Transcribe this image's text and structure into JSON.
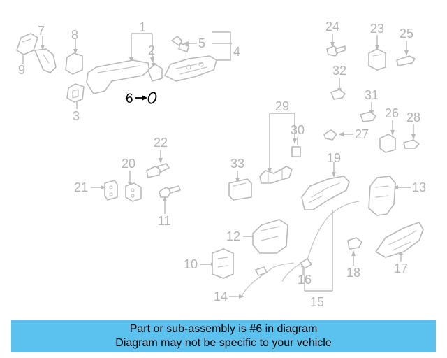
{
  "diagram": {
    "highlighted_part": "6",
    "callouts": [
      "1",
      "2",
      "3",
      "4",
      "5",
      "6",
      "7",
      "8",
      "9",
      "10",
      "11",
      "12",
      "13",
      "14",
      "15",
      "16",
      "17",
      "18",
      "19",
      "20",
      "21",
      "22",
      "23",
      "24",
      "25",
      "26",
      "27",
      "28",
      "29",
      "30",
      "31",
      "32",
      "33"
    ]
  },
  "banner": {
    "line1": "Part or sub-assembly is #6 in diagram",
    "line2": "Diagram may not be specific to your vehicle"
  },
  "colors": {
    "banner_bg": "#5bc2f0",
    "part_stroke": "#b9b9b9",
    "highlight": "#000000"
  }
}
